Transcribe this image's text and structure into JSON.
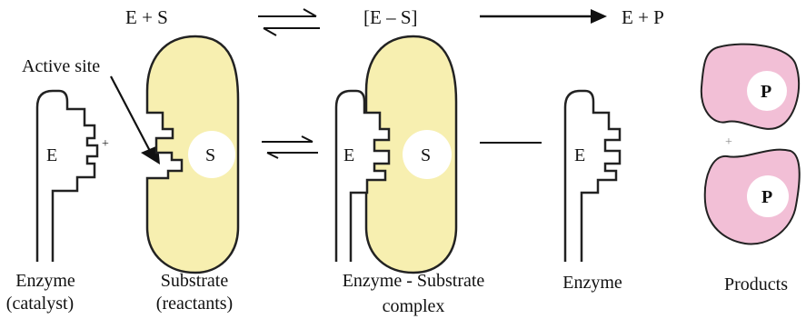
{
  "equation": {
    "term1": "E + S",
    "term2": "[E – S]",
    "term3": "E + P"
  },
  "labels": {
    "active_site": "Active site",
    "enzyme_letter": "E",
    "substrate_letter": "S",
    "product_letter": "P",
    "plus": "+"
  },
  "captions": {
    "enzyme_catalyst_line1": "Enzyme",
    "enzyme_catalyst_line2": "(catalyst)",
    "substrate_line1": "Substrate",
    "substrate_line2": "(reactants)",
    "complex_line1": "Enzyme - Substrate",
    "complex_line2": "complex",
    "enzyme": "Enzyme",
    "products": "Products"
  },
  "colors": {
    "substrate_fill": "#f7efb0",
    "product_fill": "#f2bfd6",
    "outline": "#222222",
    "background": "#ffffff"
  }
}
